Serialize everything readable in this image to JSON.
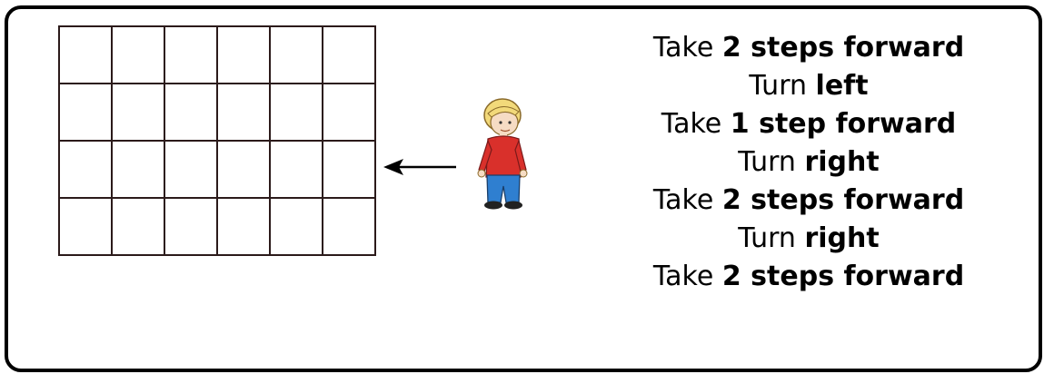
{
  "figure": {
    "grid": {
      "rows": 4,
      "columns": 6
    },
    "instructions": [
      {
        "normal": "Take ",
        "bold": "2 steps forward"
      },
      {
        "normal": "Turn ",
        "bold": "left"
      },
      {
        "normal": "Take ",
        "bold": "1 step forward"
      },
      {
        "normal": "Turn ",
        "bold": "right"
      },
      {
        "normal": "Take ",
        "bold": "2 steps forward"
      },
      {
        "normal": "Turn ",
        "bold": "right"
      },
      {
        "normal": "Take ",
        "bold": "2 steps forward"
      }
    ],
    "colors": {
      "grid_line": "#2b1a1a",
      "shirt": "#d9302b",
      "trousers": "#2f7fd0",
      "hair": "#f2d97a"
    }
  }
}
